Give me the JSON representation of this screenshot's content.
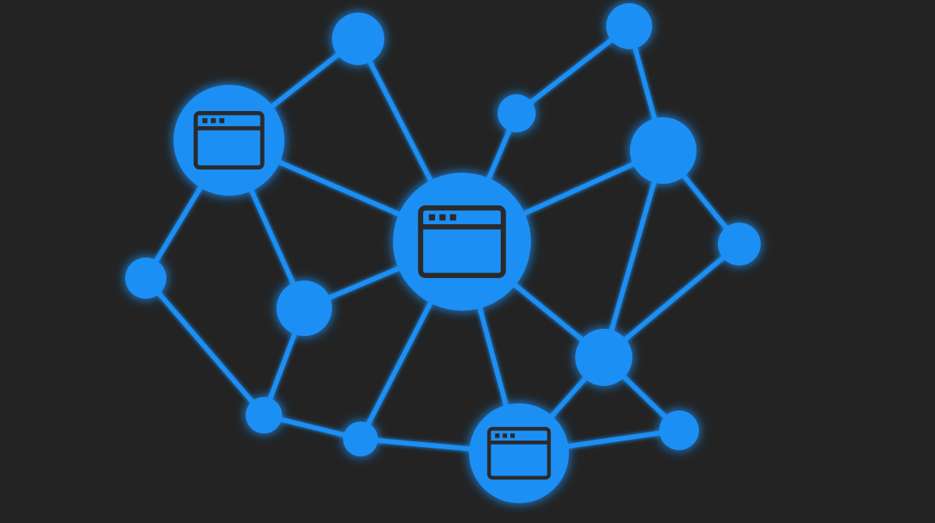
{
  "diagram": {
    "background_color": "#232323",
    "accent_color": "#1e8ff5",
    "icon_color": "#2a2a2a",
    "icon_name": "browser-window-icon",
    "nodes": [
      {
        "id": "n-top",
        "kind": "dot"
      },
      {
        "id": "n-window-left",
        "kind": "window"
      },
      {
        "id": "n-window-center",
        "kind": "window"
      },
      {
        "id": "n-window-bottom",
        "kind": "window"
      },
      {
        "id": "n-top-right",
        "kind": "dot"
      },
      {
        "id": "n-small-upper",
        "kind": "dot"
      },
      {
        "id": "n-right-large",
        "kind": "dot"
      },
      {
        "id": "n-far-right",
        "kind": "dot"
      },
      {
        "id": "n-left",
        "kind": "dot"
      },
      {
        "id": "n-mid-left",
        "kind": "dot"
      },
      {
        "id": "n-bottom-left",
        "kind": "dot"
      },
      {
        "id": "n-bottom-mid",
        "kind": "dot"
      },
      {
        "id": "n-lower-right",
        "kind": "dot"
      },
      {
        "id": "n-bottom-right",
        "kind": "dot"
      }
    ],
    "edges": [
      [
        "n-window-left",
        "n-top"
      ],
      [
        "n-top",
        "n-window-center"
      ],
      [
        "n-window-left",
        "n-window-center"
      ],
      [
        "n-window-left",
        "n-left"
      ],
      [
        "n-window-left",
        "n-mid-left"
      ],
      [
        "n-left",
        "n-bottom-left"
      ],
      [
        "n-mid-left",
        "n-window-center"
      ],
      [
        "n-mid-left",
        "n-bottom-left"
      ],
      [
        "n-bottom-left",
        "n-bottom-mid"
      ],
      [
        "n-bottom-mid",
        "n-window-center"
      ],
      [
        "n-bottom-mid",
        "n-window-bottom"
      ],
      [
        "n-window-center",
        "n-window-bottom"
      ],
      [
        "n-window-center",
        "n-small-upper"
      ],
      [
        "n-small-upper",
        "n-top-right"
      ],
      [
        "n-top-right",
        "n-right-large"
      ],
      [
        "n-window-center",
        "n-right-large"
      ],
      [
        "n-window-center",
        "n-lower-right"
      ],
      [
        "n-right-large",
        "n-lower-right"
      ],
      [
        "n-right-large",
        "n-far-right"
      ],
      [
        "n-far-right",
        "n-lower-right"
      ],
      [
        "n-lower-right",
        "n-window-bottom"
      ],
      [
        "n-lower-right",
        "n-bottom-right"
      ],
      [
        "n-window-bottom",
        "n-bottom-right"
      ]
    ]
  }
}
